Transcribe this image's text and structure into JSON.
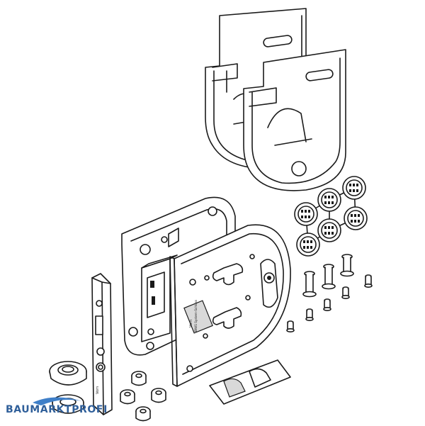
{
  "brand": {
    "logo_text": "BAUMARKTPROFI",
    "text_color": "#2f5f9a",
    "swoosh_color": "#3f7fc8"
  },
  "plate_label": {
    "line1": "Vorn",
    "line2": "BIWS System-Schloss"
  },
  "edge_label": "Vorn"
}
